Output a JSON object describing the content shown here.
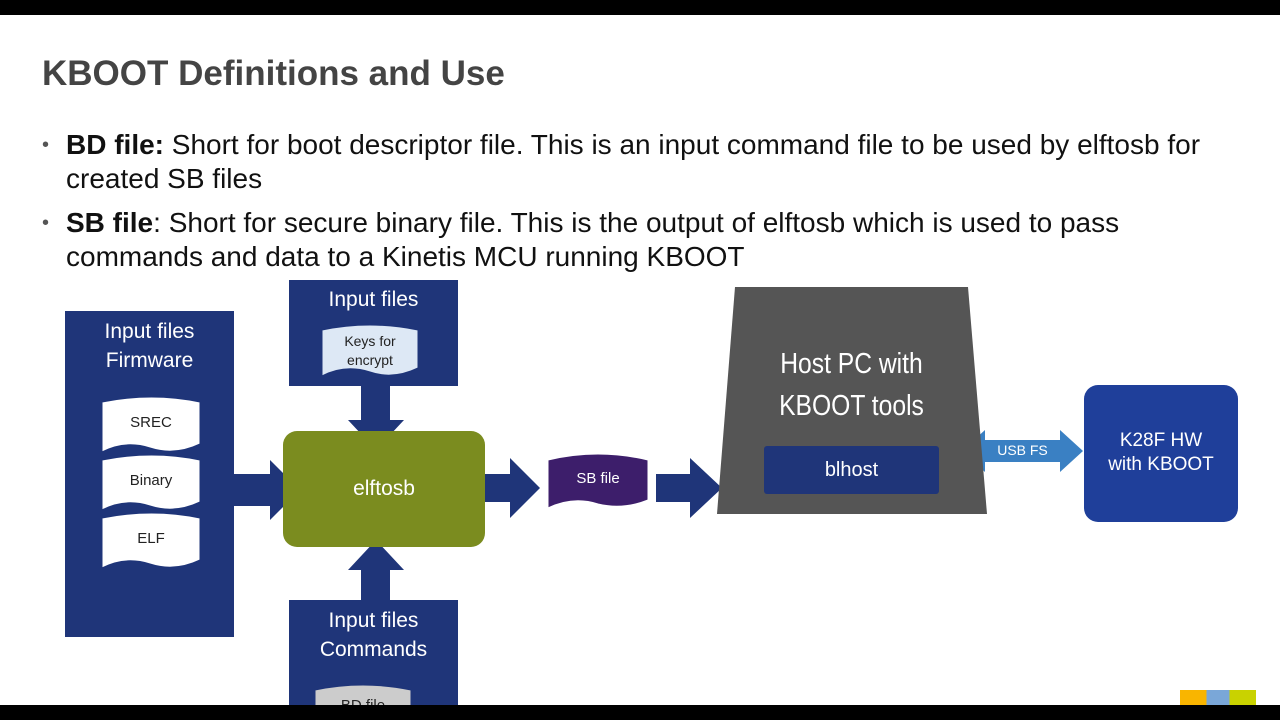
{
  "title": "KBOOT Definitions and Use",
  "bullets": [
    {
      "term": "BD file:",
      "text": " Short for boot descriptor file. This is an input command file to be used by elftosb for created SB files"
    },
    {
      "term": "SB file",
      "text": ": Short for secure binary file. This is the output of elftosb which is used to pass commands and data to a Kinetis MCU running KBOOT"
    }
  ],
  "diagram": {
    "firmware_box": {
      "line1": "Input files",
      "line2": "Firmware",
      "docs": [
        "SREC",
        "Binary",
        "ELF"
      ]
    },
    "keys_box": {
      "title": "Input files",
      "doc": "Keys for encrypt"
    },
    "commands_box": {
      "line1": "Input files",
      "line2": "Commands",
      "doc": "BD file"
    },
    "elftosb": "elftosb",
    "sb_file": "SB file",
    "host": {
      "line1": "Host PC with",
      "line2": "KBOOT tools",
      "tool": "blhost"
    },
    "link": "USB FS",
    "target": {
      "line1": "K28F HW",
      "line2": "with KBOOT"
    }
  },
  "colors": {
    "navy": "#1f3579",
    "green": "#7b8c1f",
    "purple": "#3d1e6b",
    "host": "#555555",
    "usb": "#3a80c3"
  }
}
